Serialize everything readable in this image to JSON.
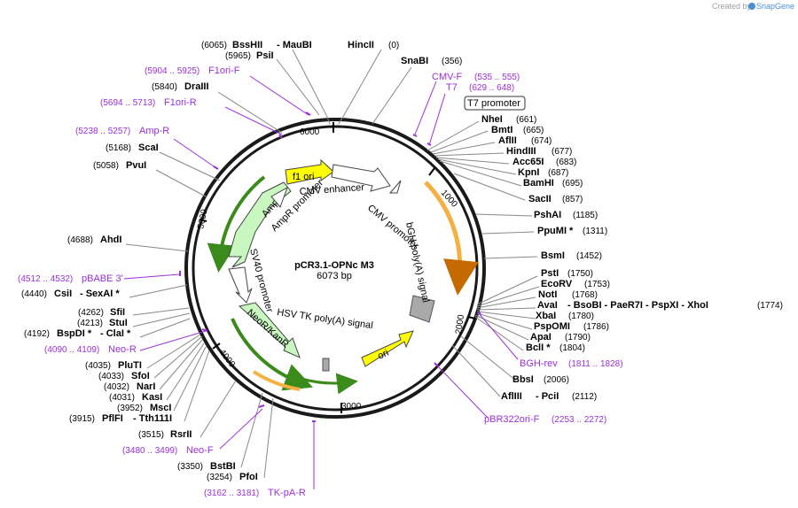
{
  "credit": {
    "text": "Created by",
    "brand": "SnapGene"
  },
  "plasmid": {
    "name": "pCR3.1-OPNc M3",
    "size": "6073 bp"
  },
  "ticks": [
    "1000",
    "2000",
    "3000",
    "4000",
    "5000",
    "6000"
  ],
  "features": [
    {
      "label": "f1 ori"
    },
    {
      "label": "CMV enhancer"
    },
    {
      "label": "CMV promoter"
    },
    {
      "label": "AmpR"
    },
    {
      "label": "AmpR promoter"
    },
    {
      "label": "SV40 promoter"
    },
    {
      "label": "NeoR/KanR"
    },
    {
      "label": "HSV TK poly(A) signal"
    },
    {
      "label": "ori"
    },
    {
      "label": "bGH poly(A) signal"
    }
  ],
  "t7_box": "T7 promoter",
  "sites": [
    {
      "name": "BssHII",
      "pos": "(6065)",
      "extra": "- MauBI"
    },
    {
      "name": "PsiI",
      "pos": "(5965)",
      "extra": ""
    },
    {
      "name": "HincII",
      "pos": "(0)",
      "extra": ""
    },
    {
      "name": "SnaBI",
      "pos": "(356)",
      "extra": ""
    },
    {
      "name": "DraIII",
      "pos": "(5840)",
      "extra": ""
    },
    {
      "name": "ScaI",
      "pos": "(5168)",
      "extra": ""
    },
    {
      "name": "PvuI",
      "pos": "(5058)",
      "extra": ""
    },
    {
      "name": "AhdI",
      "pos": "(4688)",
      "extra": ""
    },
    {
      "name": "CsiI",
      "pos": "(4440)",
      "extra": "- SexAI *"
    },
    {
      "name": "SfiI",
      "pos": "(4262)",
      "extra": ""
    },
    {
      "name": "StuI",
      "pos": "(4213)",
      "extra": ""
    },
    {
      "name": "BspDI *",
      "pos": "(4192)",
      "extra": "- ClaI *"
    },
    {
      "name": "PluTI",
      "pos": "(4035)",
      "extra": ""
    },
    {
      "name": "SfoI",
      "pos": "(4033)",
      "extra": ""
    },
    {
      "name": "NarI",
      "pos": "(4032)",
      "extra": ""
    },
    {
      "name": "KasI",
      "pos": "(4031)",
      "extra": ""
    },
    {
      "name": "MscI",
      "pos": "(3952)",
      "extra": ""
    },
    {
      "name": "PflFI",
      "pos": "(3915)",
      "extra": "- Tth111I"
    },
    {
      "name": "RsrII",
      "pos": "(3515)",
      "extra": ""
    },
    {
      "name": "BstBI",
      "pos": "(3350)",
      "extra": ""
    },
    {
      "name": "PfoI",
      "pos": "(3254)",
      "extra": ""
    },
    {
      "name": "NheI",
      "pos": "(661)",
      "extra": ""
    },
    {
      "name": "BmtI",
      "pos": "(665)",
      "extra": ""
    },
    {
      "name": "AflII",
      "pos": "(674)",
      "extra": ""
    },
    {
      "name": "HindIII",
      "pos": "(677)",
      "extra": ""
    },
    {
      "name": "Acc65I",
      "pos": "(683)",
      "extra": ""
    },
    {
      "name": "KpnI",
      "pos": "(687)",
      "extra": ""
    },
    {
      "name": "BamHI",
      "pos": "(695)",
      "extra": ""
    },
    {
      "name": "SacII",
      "pos": "(857)",
      "extra": ""
    },
    {
      "name": "PshAI",
      "pos": "(1185)",
      "extra": ""
    },
    {
      "name": "PpuMI *",
      "pos": "(1311)",
      "extra": ""
    },
    {
      "name": "BsmI",
      "pos": "(1452)",
      "extra": ""
    },
    {
      "name": "PstI",
      "pos": "(1750)",
      "extra": ""
    },
    {
      "name": "EcoRV",
      "pos": "(1753)",
      "extra": ""
    },
    {
      "name": "NotI",
      "pos": "(1768)",
      "extra": ""
    },
    {
      "name": "AvaI",
      "pos": "",
      "extra": "- BsoBI   - PaeR7I   - PspXI   - XhoI"
    },
    {
      "name": "XbaI",
      "pos": "(1780)",
      "extra": ""
    },
    {
      "name": "PspOMI",
      "pos": "(1786)",
      "extra": ""
    },
    {
      "name": "ApaI",
      "pos": "(1790)",
      "extra": ""
    },
    {
      "name": "BclI *",
      "pos": "(1804)",
      "extra": ""
    },
    {
      "name": "BbsI",
      "pos": "(2006)",
      "extra": ""
    },
    {
      "name": "AflIII",
      "pos": "",
      "extra": "- PciI"
    }
  ],
  "extra_nums": {
    "avai_pos": "(1774)",
    "afliii_pos": "(2112)"
  },
  "primers": [
    {
      "name": "F1ori-F",
      "range": "(5904 .. 5925)"
    },
    {
      "name": "F1ori-R",
      "range": "(5694 .. 5713)"
    },
    {
      "name": "Amp-R",
      "range": "(5238 .. 5257)"
    },
    {
      "name": "pBABE 3'",
      "range": "(4512 .. 4532)"
    },
    {
      "name": "Neo-R",
      "range": "(4090 .. 4109)"
    },
    {
      "name": "Neo-F",
      "range": "(3480 .. 3499)"
    },
    {
      "name": "TK-pA-R",
      "range": "(3162 .. 3181)"
    },
    {
      "name": "CMV-F",
      "range": "(535 .. 555)"
    },
    {
      "name": "T7",
      "range": "(629 .. 648)"
    },
    {
      "name": "BGH-rev",
      "range": "(1811 .. 1828)"
    },
    {
      "name": "pBR322ori-F",
      "range": "(2253 .. 2272)"
    }
  ],
  "colors": {
    "primer": "#9b30d9",
    "ring": "#1a1a1a",
    "green": "#c9f7c0",
    "yellow": "#ffff00",
    "orange": "#f5b041",
    "gray": "#a9a9a9",
    "brand": "#4a8fd6"
  }
}
